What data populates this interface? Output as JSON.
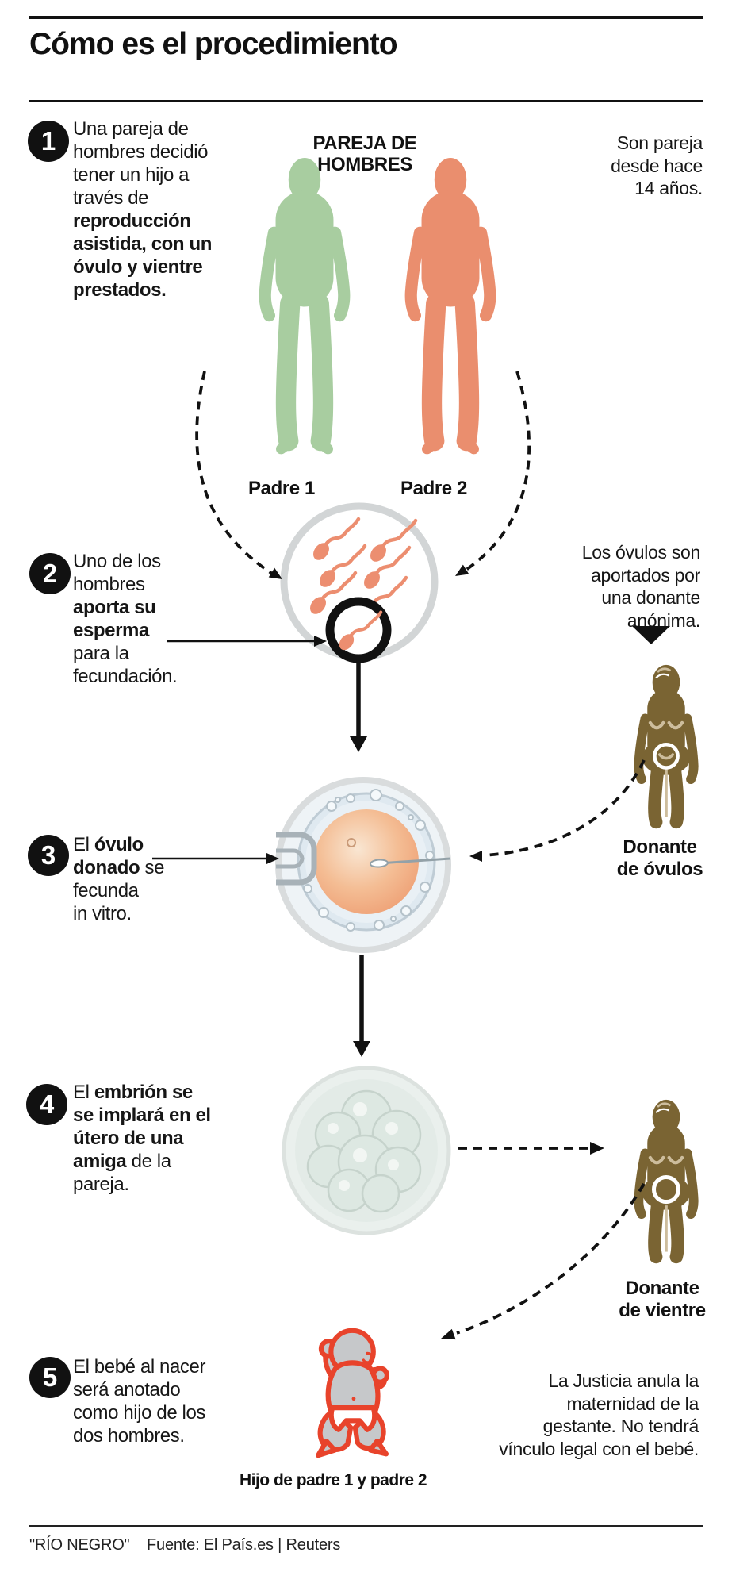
{
  "header": {
    "title": "Cómo es el procedimiento"
  },
  "steps": [
    {
      "number": "1",
      "pre": "Una pareja de\nhombres decidió\ntener un hijo a\ntravés de\n",
      "bold": "reproducción\nasistida, con un\nóvulo y vientre\nprestados.",
      "post": ""
    },
    {
      "number": "2",
      "pre": "Uno de los\nhombres\n",
      "bold": "aporta su\nesperma",
      "post": "\npara la\nfecundación."
    },
    {
      "number": "3",
      "pre": "El ",
      "bold": "óvulo\ndonado",
      "post": " se\nfecunda\nin vitro."
    },
    {
      "number": "4",
      "pre": "El ",
      "bold": "embrión se\nse implará en el\nútero de una\namiga",
      "post": " de la\npareja."
    },
    {
      "number": "5",
      "pre": "El bebé al nacer\nserá anotado\ncomo hijo de los\ndos hombres.",
      "bold": "",
      "post": ""
    }
  ],
  "annotations": {
    "pareja_header": "PAREJA DE\nHOMBRES",
    "son_pareja": "Son pareja\ndesde hace\n14 años.",
    "padre1": "Padre 1",
    "padre2": "Padre 2",
    "ovulos_nota": "Los óvulos son\naportados por\nuna donante\nanónima.",
    "donante_ovulos": "Donante\nde óvulos",
    "donante_vientre": "Donante\nde vientre",
    "justicia": "La Justicia anula la\nmaternidad de la\ngestante. No tendrá\nvínculo legal con el bebé.",
    "hijo": "Hijo de padre 1 y padre 2"
  },
  "footer": {
    "credit": "\"RÍO NEGRO\"",
    "source": "Fuente: El País.es | Reuters"
  },
  "colors": {
    "padre1_green": "#a8cda0",
    "padre2_orange": "#ea8e6e",
    "donante_brown": "#7a6433",
    "sperm_salmon": "#ec8e70",
    "baby_outline_red": "#e8432b",
    "baby_fill_gray": "#c6c8ca",
    "circle_ring_gray": "#d2d5d6",
    "ink_black": "#111111"
  }
}
